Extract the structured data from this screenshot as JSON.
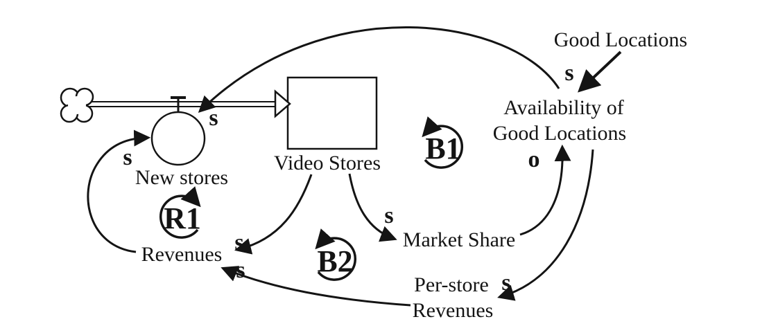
{
  "diagram": {
    "type": "stock-and-flow causal loop diagram",
    "nodes": {
      "new_stores": "New stores",
      "video_stores": "Video Stores",
      "revenues": "Revenues",
      "market_share": "Market Share",
      "good_locations": "Good Locations",
      "availability_line1": "Availability of",
      "availability_line2": "Good Locations",
      "per_store_revenues_line1": "Per-store",
      "per_store_revenues_line2": "Revenues"
    },
    "loop_labels": {
      "r1": "R1",
      "b1": "B1",
      "b2": "B2"
    },
    "polarity_labels": {
      "inflow_s": "s",
      "revenues_to_new_stores_s": "s",
      "video_stores_to_revenues_s": "s",
      "per_store_to_revenues_s": "s",
      "video_stores_to_market_share_s": "s",
      "good_locations_to_availability_s": "s",
      "market_share_to_availability_o": "o",
      "availability_to_per_store_s": "s"
    },
    "edges": [
      {
        "from": "Availability of Good Locations",
        "to": "New stores",
        "polarity": "s"
      },
      {
        "from": "Good Locations",
        "to": "Availability of Good Locations",
        "polarity": "s"
      },
      {
        "from": "Market Share",
        "to": "Availability of Good Locations",
        "polarity": "o"
      },
      {
        "from": "Availability of Good Locations",
        "to": "Per-store Revenues",
        "polarity": "s"
      },
      {
        "from": "Video Stores",
        "to": "Market Share",
        "polarity": "s"
      },
      {
        "from": "Video Stores",
        "to": "Revenues",
        "polarity": "s"
      },
      {
        "from": "Per-store Revenues",
        "to": "Revenues",
        "polarity": "s"
      },
      {
        "from": "Revenues",
        "to": "New stores",
        "polarity": "s"
      },
      {
        "from": "New stores",
        "to": "Video Stores",
        "polarity": "flow"
      }
    ],
    "colors": {
      "ink": "#141414",
      "paper": "#ffffff"
    }
  }
}
